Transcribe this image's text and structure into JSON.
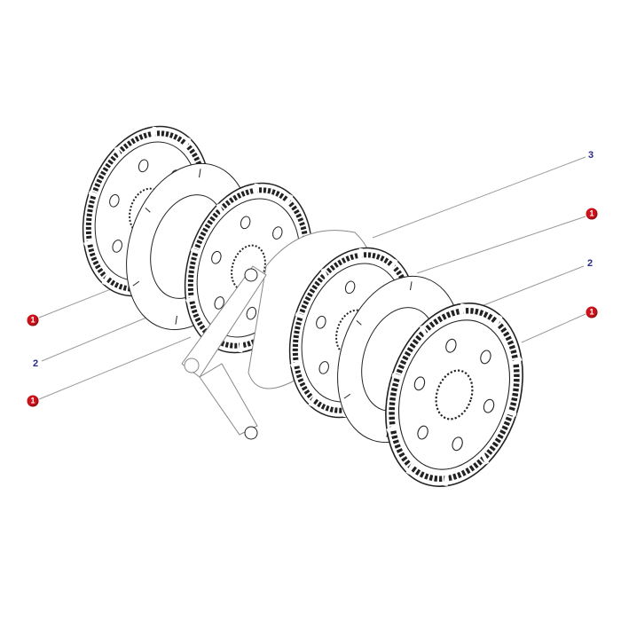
{
  "diagram": {
    "colors": {
      "badge": "#d0121b",
      "number": "#2a2a8c",
      "line": "#999999",
      "drawing": "#222222"
    },
    "callouts": [
      {
        "id": "right-3",
        "label": "3",
        "style": "number"
      },
      {
        "id": "right-1a",
        "label": "1",
        "style": "badge"
      },
      {
        "id": "right-2",
        "label": "2",
        "style": "number"
      },
      {
        "id": "right-1b",
        "label": "1",
        "style": "badge"
      },
      {
        "id": "left-1a",
        "label": "1",
        "style": "badge"
      },
      {
        "id": "left-2",
        "label": "2",
        "style": "number"
      },
      {
        "id": "left-1b",
        "label": "1",
        "style": "badge"
      }
    ]
  }
}
